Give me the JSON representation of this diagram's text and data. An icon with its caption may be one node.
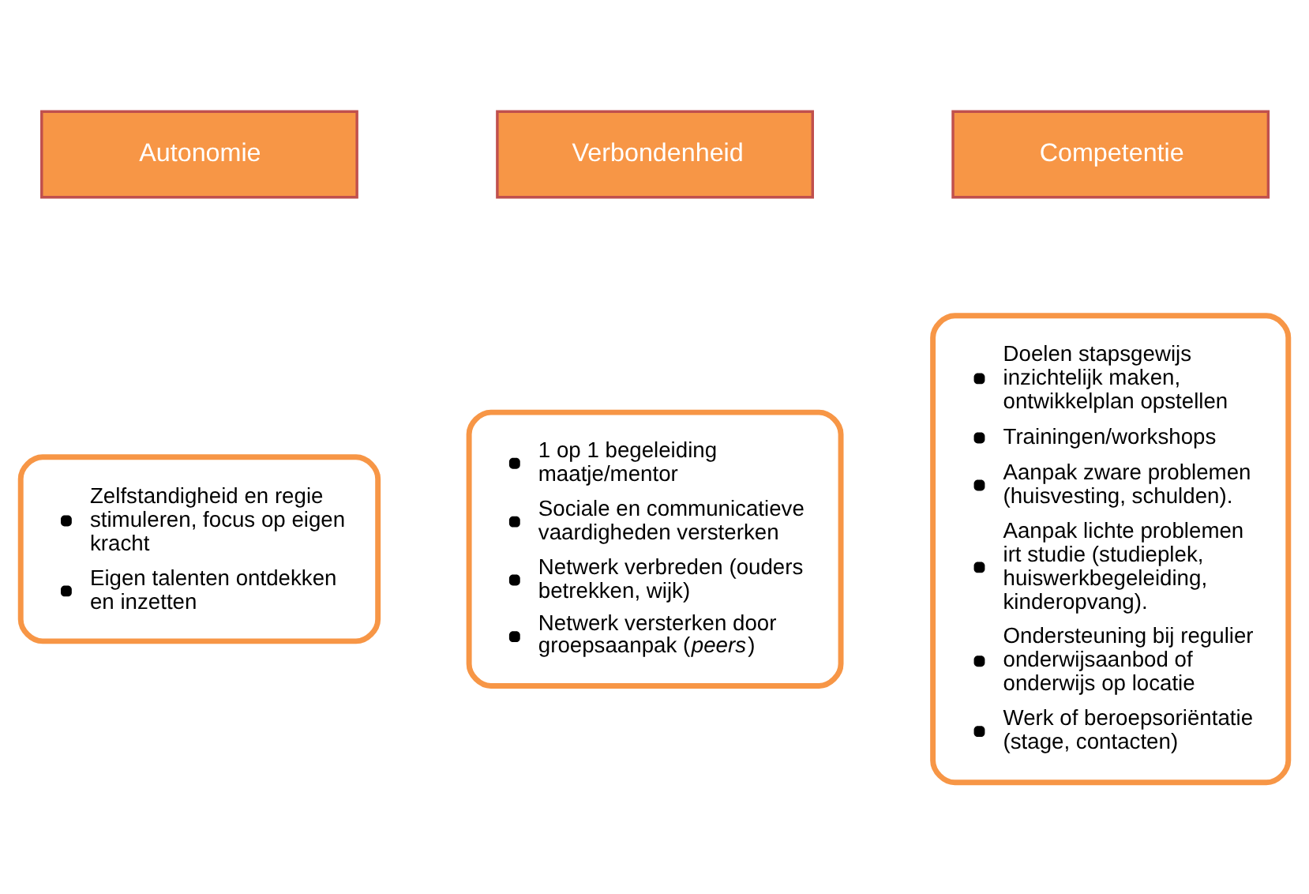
{
  "diagram": {
    "nodes": [
      {
        "text": [
          "Autonomie"
        ]
      },
      {
        "text": [
          "Verbondenheid"
        ]
      },
      {
        "text": [
          "Competentie"
        ]
      },
      {
        "text": [
          "Zelfstandigheid en regie stimuleren, focus op eigen kracht",
          "Eigen talenten ontdekken en inzetten"
        ]
      },
      {
        "text": [
          "1 op 1 begeleiding maatje/mentor",
          "Sociale en communicatieve vaardigheden versterken",
          "Netwerk verbreden (ouders betrekken, wijk)",
          "Netwerk versterken door groepsaanpak (*peers*)"
        ]
      },
      {
        "text": [
          "Doelen stapsgewijs inzichtelijk maken, ontwikkelplan opstellen",
          "Trainingen/workshops",
          "Aanpak zware problemen (huisvesting, schulden).",
          "Aanpak lichte problemen irt studie (studieplek, huiswerkbegeleiding, kinderopvang).",
          "Ondersteuning bij regulier onderwijsaanbod of onderwijs op locatie",
          "Werk of beroepsoriëntatie (stage, contacten)"
        ]
      }
    ],
    "edges": []
  }
}
